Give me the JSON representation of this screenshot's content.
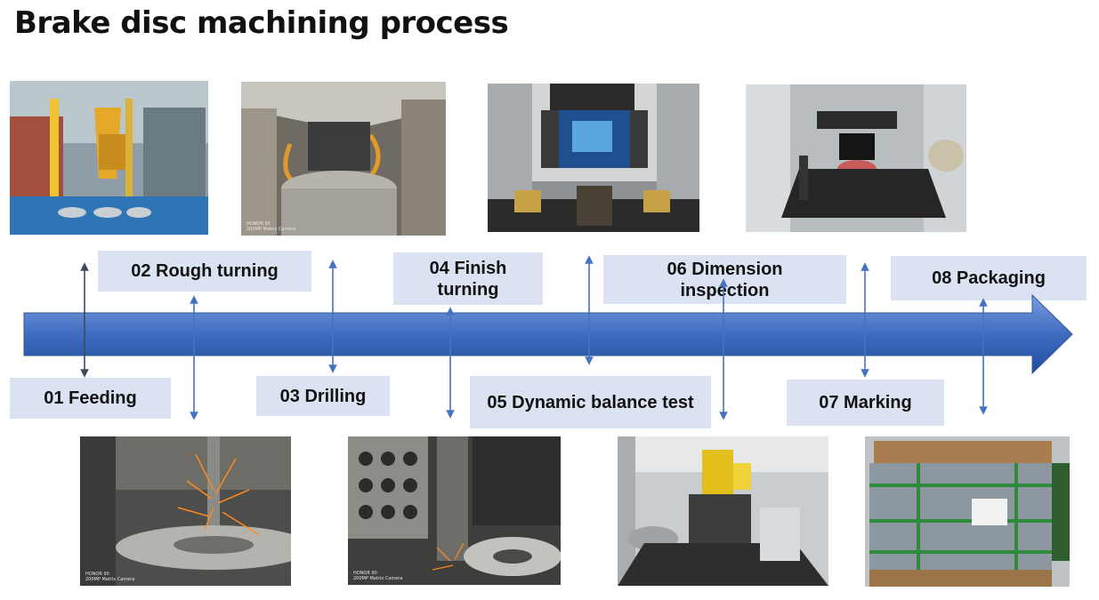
{
  "title": "Brake disc machining process",
  "colors": {
    "arrow_dark": "#1e4d9e",
    "arrow_light": "#5b86d6",
    "label_bg": "#dbe3f3",
    "connector_blue": "#4472c4",
    "connector_dark": "#3d4a5c"
  },
  "steps": [
    {
      "label": "01 Feeding",
      "photo": "robot-loading-cell"
    },
    {
      "label": "02 Rough turning",
      "photo": "lathe-rough-turning"
    },
    {
      "label": "03 Drilling",
      "photo": "vertical-lathe-chuck"
    },
    {
      "label": "04 Finish\nturning",
      "photo": "finish-turning-spindle"
    },
    {
      "label": "05 Dynamic balance test",
      "photo": "balancing-machine"
    },
    {
      "label": "06 Dimension\ninspection",
      "photo": "gauge-station"
    },
    {
      "label": "07 Marking",
      "photo": "marking-station"
    },
    {
      "label": "08 Packaging",
      "photo": "packed-pallet"
    }
  ],
  "watermark": {
    "line1": "HONOR 90",
    "line2": "200MP Matrix Camera"
  }
}
